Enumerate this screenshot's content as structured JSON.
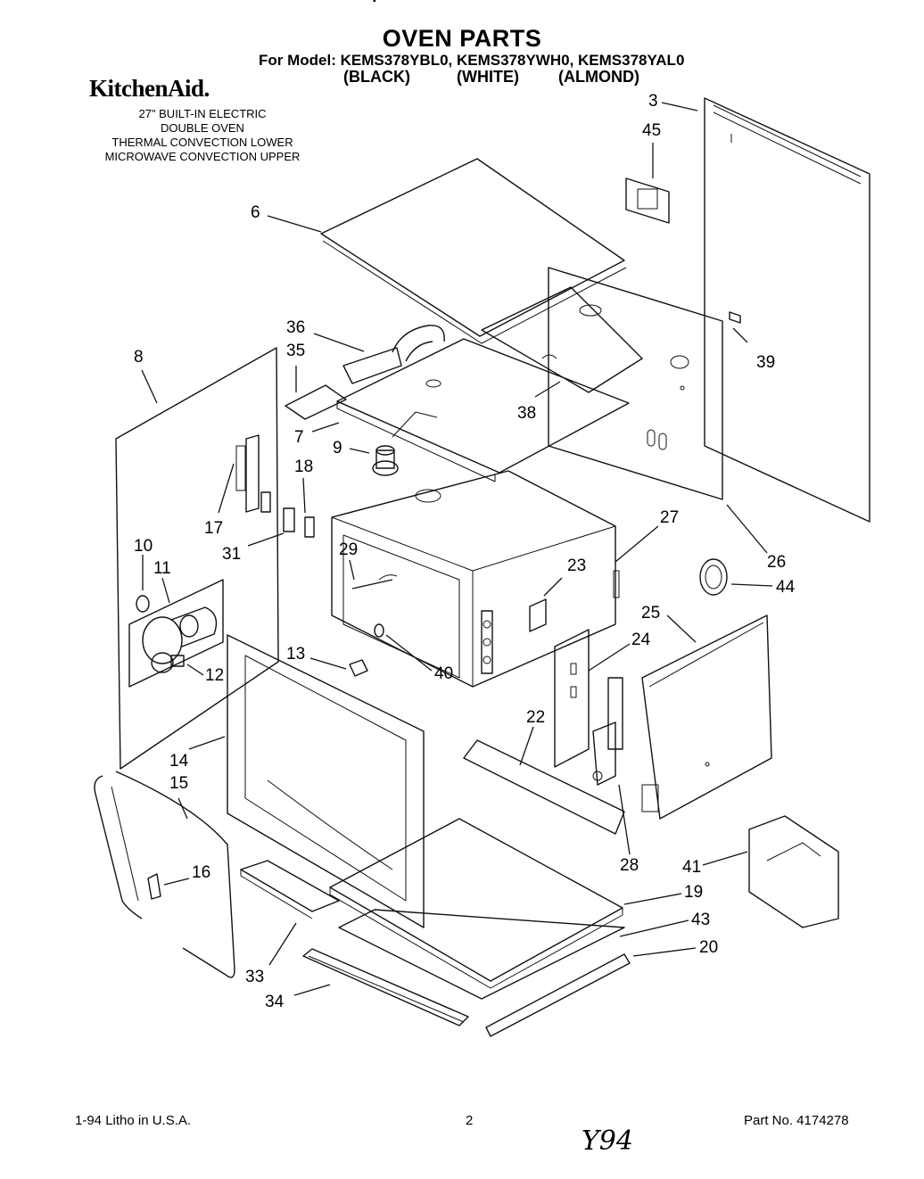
{
  "header": {
    "title": "OVEN PARTS",
    "models": "For Model: KEMS378YBL0,  KEMS378YWH0,  KEMS378YAL0",
    "colors": [
      "(BLACK)",
      "(WHITE)",
      "(ALMOND)"
    ],
    "brand": "KitchenAid."
  },
  "description": [
    "27\" BUILT-IN ELECTRIC",
    "DOUBLE OVEN",
    "THERMAL CONVECTION LOWER",
    "MICROWAVE CONVECTION UPPER"
  ],
  "part_labels": {
    "p3": "3",
    "p45": "45",
    "p6": "6",
    "p36": "36",
    "p35": "35",
    "p8": "8",
    "p39": "39",
    "p38": "38",
    "p7": "7",
    "p9": "9",
    "p18": "18",
    "p17": "17",
    "p27": "27",
    "p31": "31",
    "p29": "29",
    "p10": "10",
    "p11": "11",
    "p23": "23",
    "p26": "26",
    "p44": "44",
    "p25": "25",
    "p24": "24",
    "p13": "13",
    "p40": "40",
    "p12": "12",
    "p22": "22",
    "p14": "14",
    "p15": "15",
    "p16": "16",
    "p28": "28",
    "p41": "41",
    "p19": "19",
    "p43": "43",
    "p20": "20",
    "p33": "33",
    "p34": "34"
  },
  "footer": {
    "litho": "1-94 Litho in U.S.A.",
    "page": "2",
    "part_no": "Part No. 4174278",
    "handwriting": "Y94"
  }
}
